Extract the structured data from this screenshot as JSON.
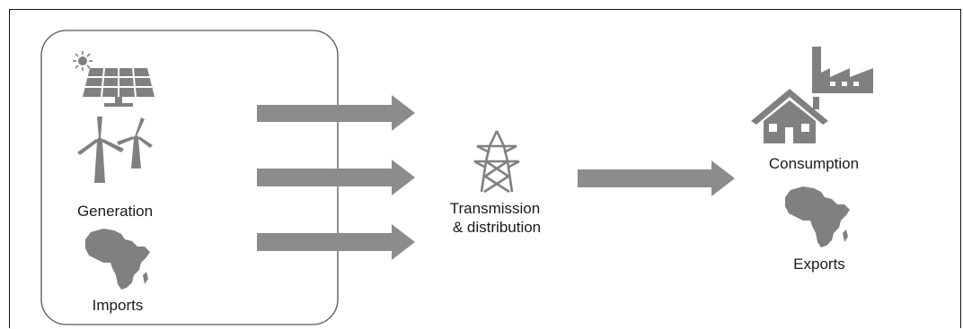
{
  "labels": {
    "generation": "Generation",
    "imports": "Imports",
    "transmission_line1": "Transmission",
    "transmission_line2": "& distribution",
    "consumption": "Consumption",
    "exports": "Exports"
  },
  "colors": {
    "icon": "#808080",
    "arrow": "#8c8c8c",
    "frame": "#111111",
    "group_border": "#555555"
  },
  "icons": [
    "sun-icon",
    "solar-panel-icon",
    "wind-turbine-icon",
    "africa-map-icon",
    "transmission-tower-icon",
    "factory-icon",
    "house-icon"
  ]
}
